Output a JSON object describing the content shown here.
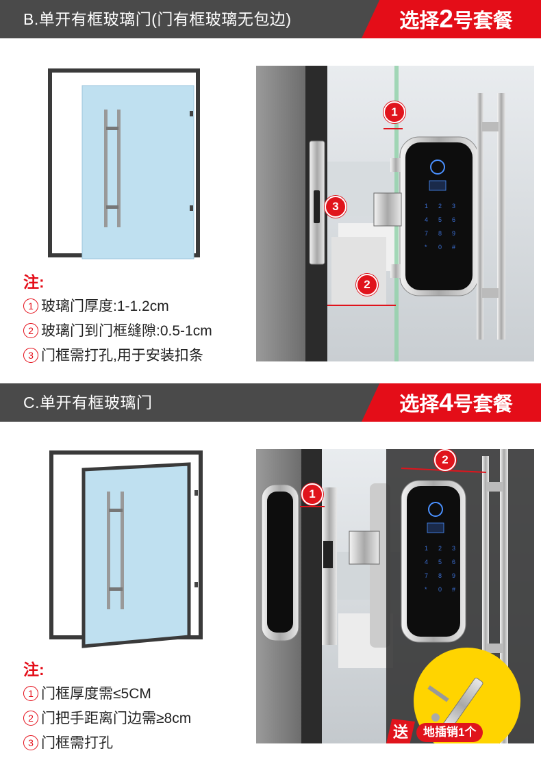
{
  "sections": [
    {
      "title": "B.单开有框玻璃门(门有框玻璃无包边)",
      "package_prefix": "选择",
      "package_number": "2",
      "package_suffix": "号套餐",
      "notes_title": "注:",
      "notes": [
        {
          "num": "1",
          "text": "玻璃门厚度:1-1.2cm"
        },
        {
          "num": "2",
          "text": "玻璃门到门框缝隙:0.5-1cm"
        },
        {
          "num": "3",
          "text": "门框需打孔,用于安装扣条"
        }
      ],
      "markers": [
        "1",
        "2",
        "3"
      ],
      "keypad": [
        "1",
        "2",
        "3",
        "4",
        "5",
        "6",
        "7",
        "8",
        "9",
        "*",
        "0",
        "#"
      ]
    },
    {
      "title": "C.单开有框玻璃门",
      "package_prefix": "选择",
      "package_number": "4",
      "package_suffix": "号套餐",
      "notes_title": "注:",
      "notes": [
        {
          "num": "1",
          "text": "门框厚度需≤5CM"
        },
        {
          "num": "2",
          "text": "门把手距离门边需≥8cm"
        },
        {
          "num": "3",
          "text": "门框需打孔"
        }
      ],
      "markers": [
        "1",
        "2"
      ],
      "keypad": [
        "1",
        "2",
        "3",
        "4",
        "5",
        "6",
        "7",
        "8",
        "9",
        "*",
        "0",
        "#"
      ],
      "gift_prefix": "送",
      "gift_label": "地插销1个"
    }
  ],
  "colors": {
    "header_bg": "#4a4a4a",
    "accent_red": "#e40d18",
    "glass": "#bfe0f0",
    "frame": "#3a3a3a",
    "gift_yellow": "#ffd400"
  }
}
